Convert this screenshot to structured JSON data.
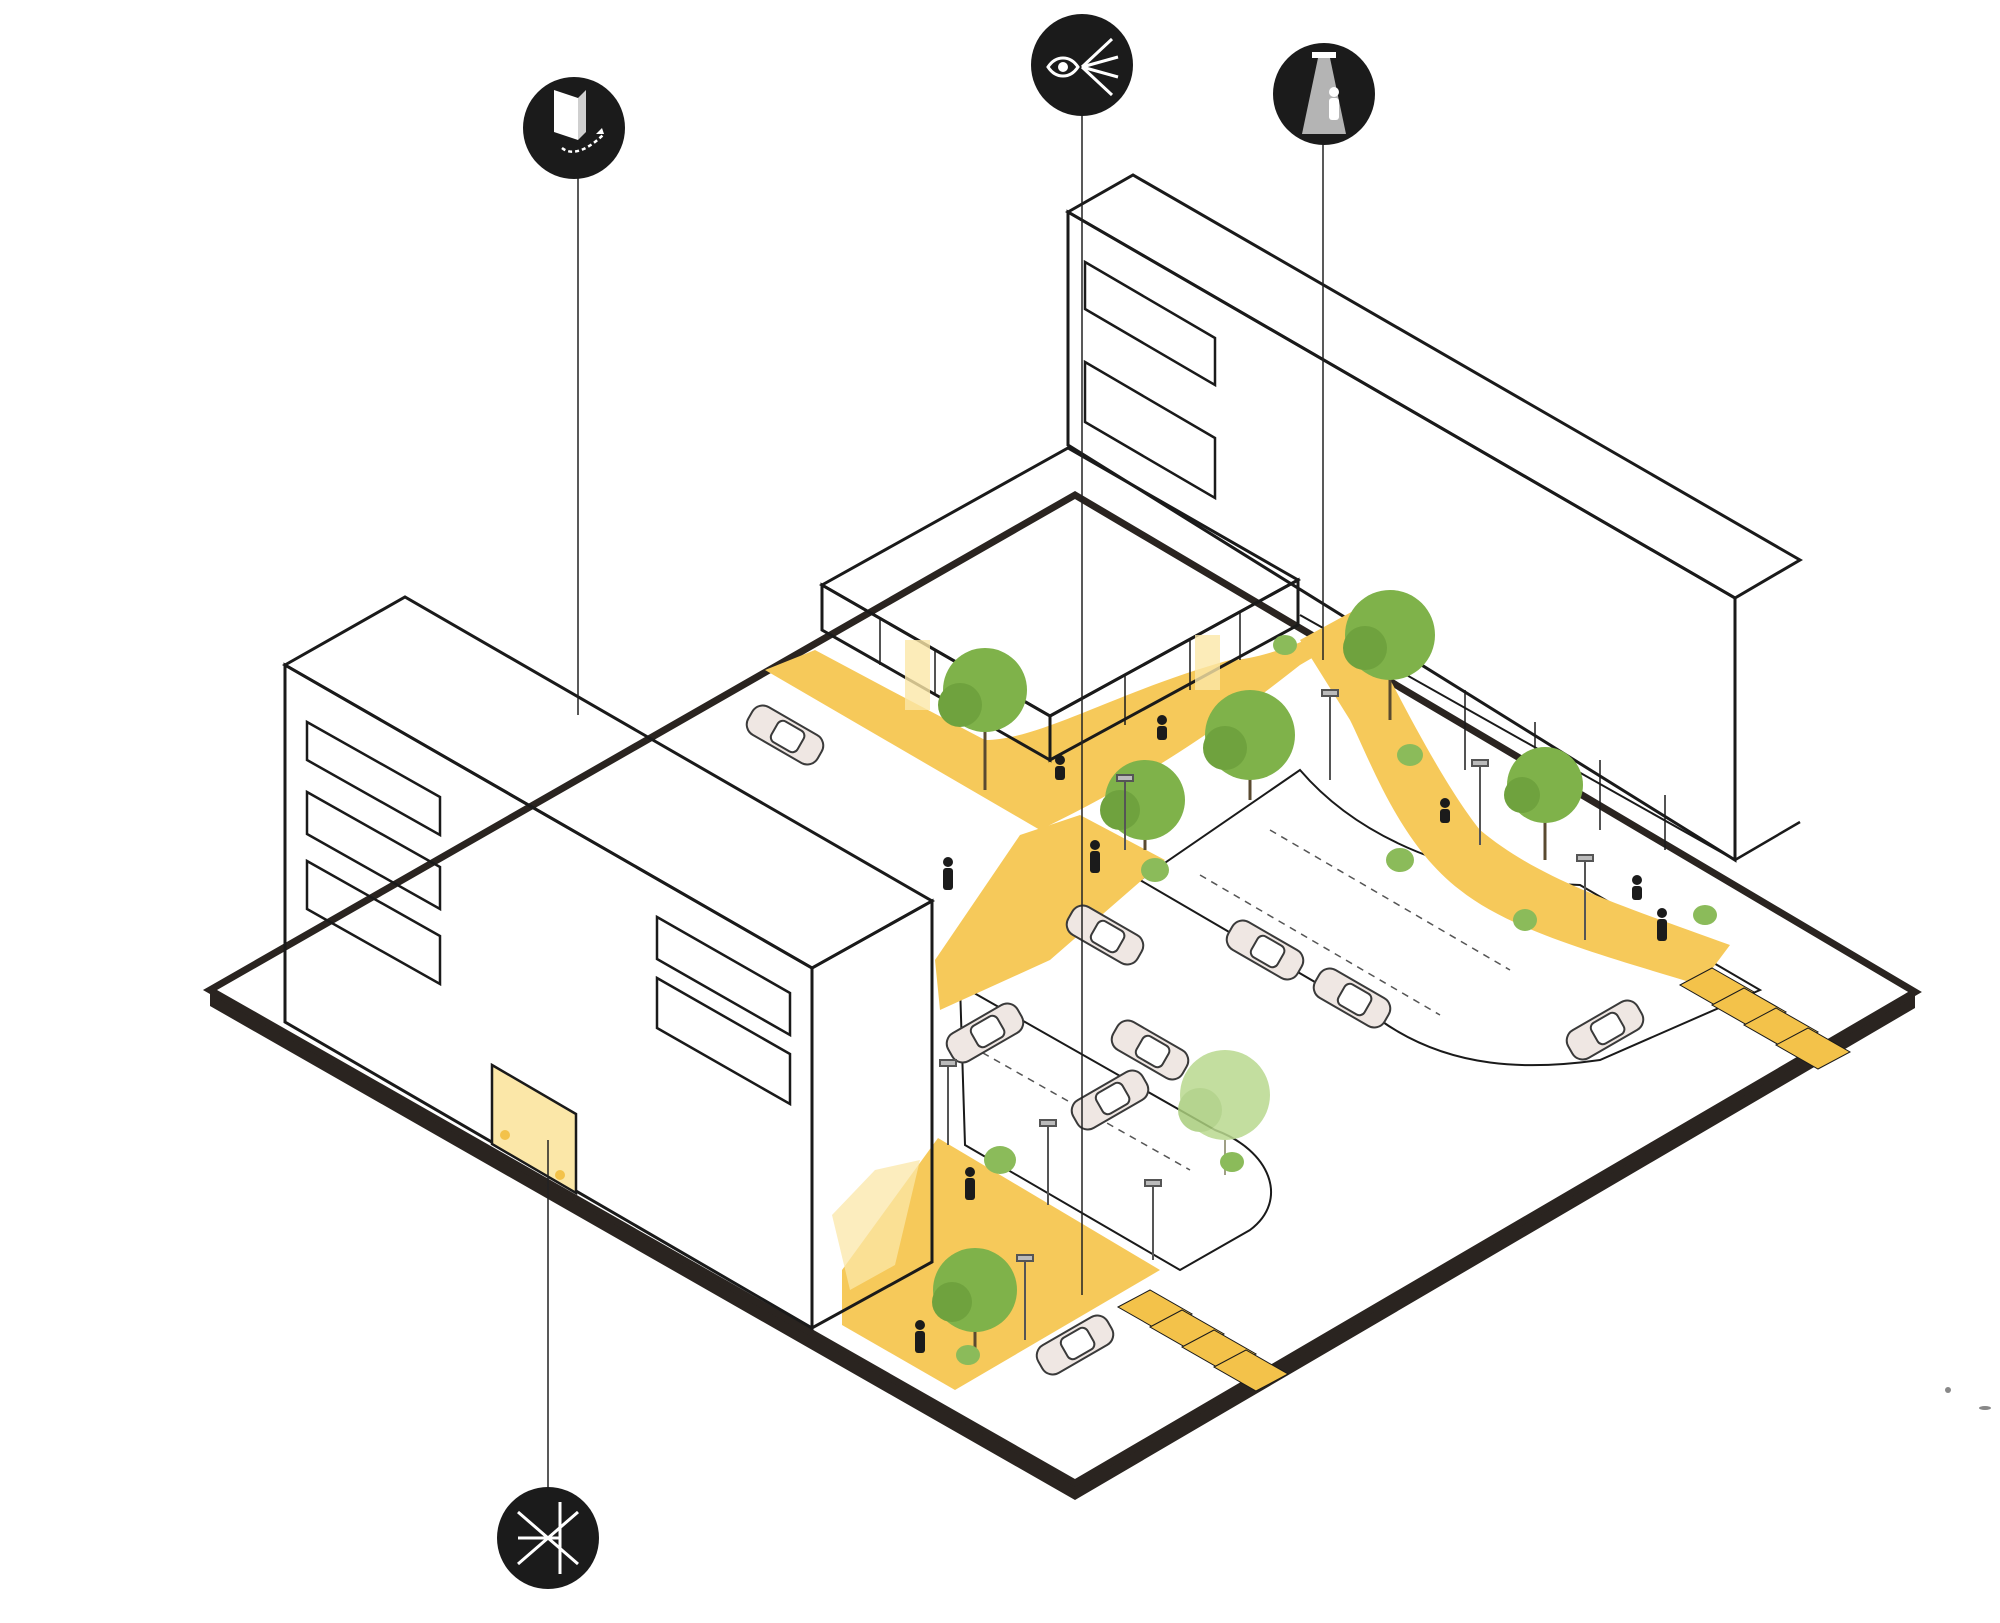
{
  "diagram": {
    "kind": "isometric urban site diagram",
    "colors": {
      "background": "#ffffff",
      "slab": "#2a2420",
      "ground": "#ffffff",
      "walkway": "#f6c95a",
      "crosswalk": "#f3c24a",
      "building": "#ffffff",
      "outline": "#1a1a1a",
      "tree": "#7fb24a",
      "tree_faded": "#b9d98f",
      "car": "#efe7e3",
      "icon_disc": "#1b1b1b",
      "icon_glyph": "#ffffff",
      "glow": "#fbe7a8"
    },
    "callouts": [
      {
        "id": "facade-permeability",
        "icon": "building-facade-path-icon"
      },
      {
        "id": "visibility",
        "icon": "eye-sightlines-icon"
      },
      {
        "id": "lighting",
        "icon": "street-light-person-icon"
      },
      {
        "id": "no-blank-wall",
        "icon": "crossed-wall-icon"
      }
    ]
  }
}
